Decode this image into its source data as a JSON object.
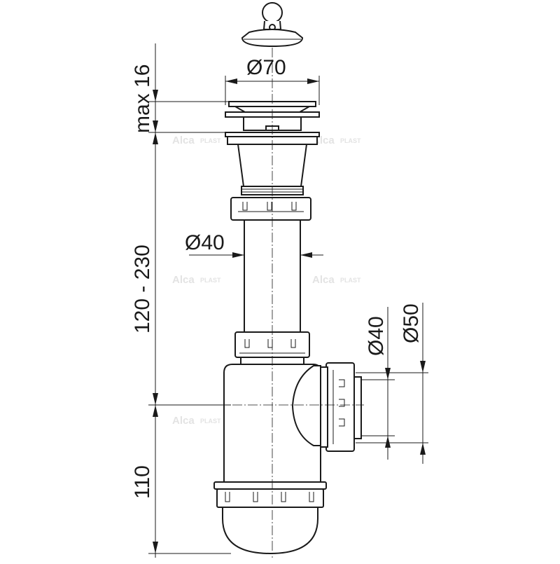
{
  "dimensions": {
    "max_16": "max 16",
    "d70": "Ø70",
    "d40_pipe": "Ø40",
    "range_120_230": "120 - 230",
    "d40_outlet": "Ø40",
    "d50_outlet": "Ø50",
    "h110": "110"
  },
  "watermark": {
    "brand": "Alca",
    "suffix": "PLAST"
  },
  "colors": {
    "line": "#1a1a1a",
    "watermark": "#e3e3e3"
  }
}
